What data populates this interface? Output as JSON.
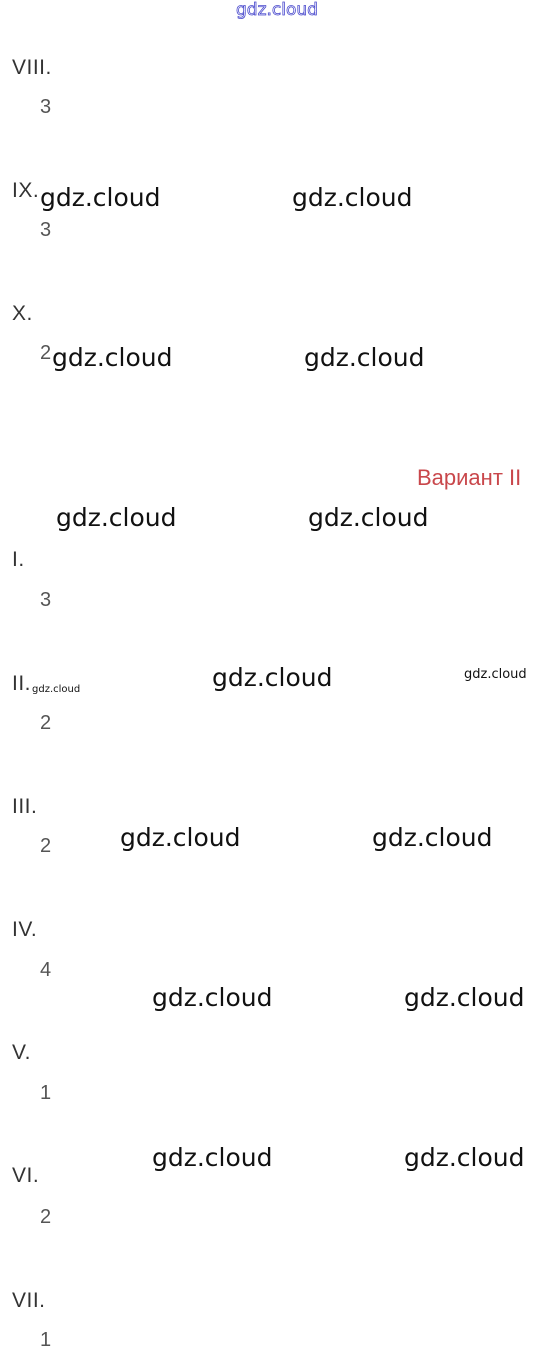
{
  "header_watermark": "gdz.cloud",
  "variant_title": "Вариант II",
  "section_1": [
    {
      "numeral": "VIII.",
      "answer": "3"
    },
    {
      "numeral": "IX.",
      "answer": "3"
    },
    {
      "numeral": "X.",
      "answer": "2"
    }
  ],
  "section_2": [
    {
      "numeral": "I.",
      "answer": "3"
    },
    {
      "numeral": "II.",
      "answer": "2"
    },
    {
      "numeral": "III.",
      "answer": "2"
    },
    {
      "numeral": "IV.",
      "answer": "4"
    },
    {
      "numeral": "V.",
      "answer": "1"
    },
    {
      "numeral": "VI.",
      "answer": "2"
    },
    {
      "numeral": "VII.",
      "answer": "1"
    }
  ],
  "watermark_text": "gdz.cloud"
}
